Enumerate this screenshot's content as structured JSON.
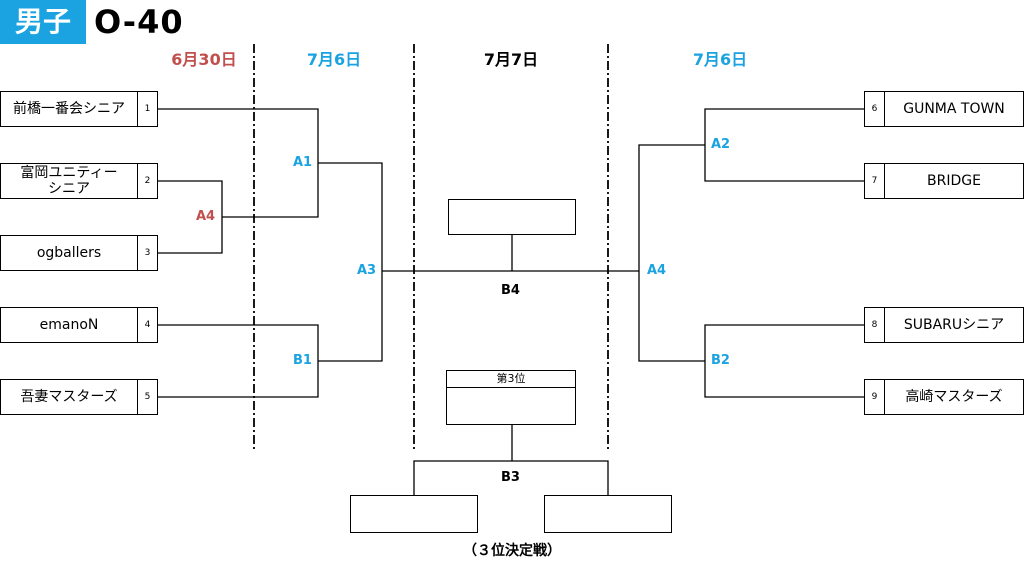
{
  "header": {
    "badge": "男子",
    "title": "O-40"
  },
  "dates": {
    "d1": "6月30日",
    "d2": "7月6日",
    "d3": "7月7日",
    "d4": "7月6日"
  },
  "teams": {
    "t1": {
      "seed": "1",
      "name": "前橋一番会シニア"
    },
    "t2": {
      "seed": "2",
      "name": "富岡ユニティー\nシニア"
    },
    "t3": {
      "seed": "3",
      "name": "ogballers"
    },
    "t4": {
      "seed": "4",
      "name": "emanoN"
    },
    "t5": {
      "seed": "5",
      "name": "吾妻マスターズ"
    },
    "t6": {
      "seed": "6",
      "name": "GUNMA TOWN"
    },
    "t7": {
      "seed": "7",
      "name": "BRIDGE"
    },
    "t8": {
      "seed": "8",
      "name": "SUBARUシニア"
    },
    "t9": {
      "seed": "9",
      "name": "高崎マスターズ"
    }
  },
  "matches": {
    "left_a4": "A4",
    "a1": "A1",
    "b1": "B1",
    "a3": "A3",
    "right_a4": "A4",
    "a2": "A2",
    "b2": "B2",
    "b4": "B4",
    "b3": "B3"
  },
  "third_place": {
    "header": "第3位"
  },
  "footer": "（３位決定戦）",
  "colors": {
    "accent": "#1aa3e0",
    "date_first": "#c0504d",
    "line": "#000000"
  }
}
